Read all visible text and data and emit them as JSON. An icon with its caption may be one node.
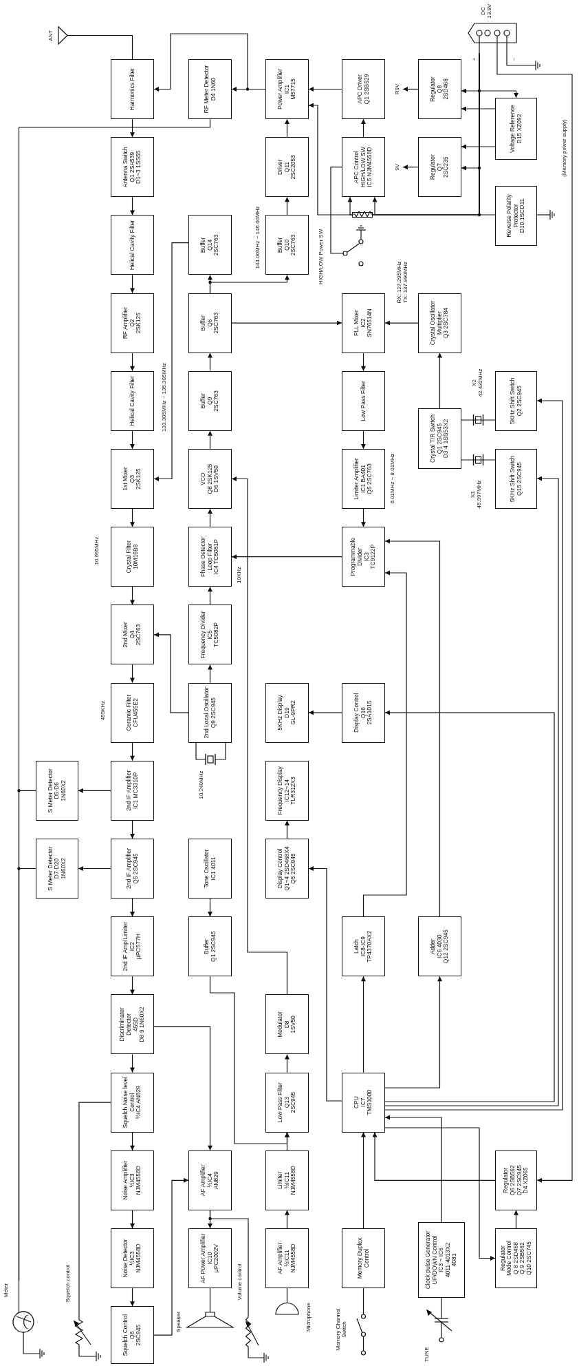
{
  "diagram": {
    "nodes": [
      {
        "text": [
          "Harmonics Filter"
        ]
      },
      {
        "text": [
          "Antenna Switch",
          "Q1 2SA539",
          "D1~3 1SS55"
        ]
      },
      {
        "text": [
          "Helical Cavity Filter"
        ]
      },
      {
        "text": [
          "RF Amplifier",
          "Q2",
          "2SK125"
        ]
      },
      {
        "text": [
          "Helical Cavity Filter"
        ]
      },
      {
        "text": [
          "1st Mixer",
          "Q3",
          "2SK125"
        ]
      },
      {
        "text": [
          "Crystal Filter",
          "10M15B8"
        ]
      },
      {
        "text": [
          "2nd Mixer",
          "Q4",
          "2SC763"
        ]
      },
      {
        "text": [
          "Ceramic Filter",
          "CFU455E2"
        ]
      },
      {
        "text": [
          "2nd IF Amplifier",
          "IC1 MC3310P"
        ]
      },
      {
        "text": [
          "2nd IF Amplifier",
          "Q5 2SC945"
        ]
      },
      {
        "text": [
          "2nd IF Amp/Limiter",
          "IC2",
          "μPC577H"
        ]
      },
      {
        "text": [
          "Discriminator Detector",
          "455D",
          "D8·9 1N60X2"
        ]
      },
      {
        "text": [
          "Squelch Noise level Control",
          "½IC4 AN829"
        ]
      },
      {
        "text": [
          "Noise Amplifier",
          "½IC3",
          "NJM4558D"
        ]
      },
      {
        "text": [
          "Noise Detector",
          "½IC3",
          "NJM4558D"
        ]
      },
      {
        "text": [
          "Squelch Control",
          "Q6",
          "2SC945"
        ]
      },
      {
        "text": [
          "S Meter Detector",
          "D5·D6",
          "1N60X2"
        ]
      },
      {
        "text": [
          "S Meter Detector",
          "D7·D20",
          "1N60X2"
        ]
      },
      {
        "text": [
          "RF Meter Detector",
          "D4 1N60"
        ]
      },
      {
        "text": [
          "Buffer",
          "Q14",
          "2SC763"
        ]
      },
      {
        "text": [
          "Buffer",
          "Q6",
          "2SC763"
        ]
      },
      {
        "text": [
          "Buffer",
          "Q9",
          "2SC763"
        ]
      },
      {
        "text": [
          "VCO",
          "Q8 2SK125",
          "D6 1SV50"
        ]
      },
      {
        "text": [
          "Phase Detector",
          "Loop Filter",
          "IC4 TC5081P"
        ]
      },
      {
        "text": [
          "Frequency Divider",
          "IC5",
          "TC5082P"
        ]
      },
      {
        "text": [
          "2nd Local Oscillator",
          "Q9 2SC945"
        ]
      },
      {
        "text": [
          "Tone Oscillator",
          "IC1 4011"
        ]
      },
      {
        "text": [
          "Buffer",
          "Q1 2SC945"
        ]
      },
      {
        "text": [
          "AF Amplifier",
          "½IC4",
          "AN829"
        ]
      },
      {
        "text": [
          "AF Power Amplifier",
          "IC10",
          "μPC2002V"
        ]
      },
      {
        "text": [
          "Power Amplifier",
          "IC1",
          "M57715"
        ]
      },
      {
        "text": [
          "Driver",
          "Q11",
          "2SC2053"
        ]
      },
      {
        "text": [
          "Buffer",
          "Q10",
          "2SC763"
        ]
      },
      {
        "text": [
          "5KHz Display",
          "D19",
          "GL-9PR2"
        ]
      },
      {
        "text": [
          "Frequency Display",
          "IC12~14",
          "TLR312X3"
        ]
      },
      {
        "text": [
          "Display Control",
          "Q1~4 2SD468X4",
          "Q5 2SC945"
        ]
      },
      {
        "text": [
          "Modulator",
          "D8",
          "1SV50"
        ]
      },
      {
        "text": [
          "Low Pass Filter",
          "Q13",
          "2SC945"
        ]
      },
      {
        "text": [
          "Limiter",
          "½IC11",
          "NJM4558D"
        ]
      },
      {
        "text": [
          "AF Amplifier",
          "½IC11",
          "NJM4558D"
        ]
      },
      {
        "text": [
          "APC Driver",
          "Q1 2SB529"
        ]
      },
      {
        "text": [
          "APC Control",
          "HIGH/LOW SW",
          "IC5 NJM4558D"
        ]
      },
      {
        "text": [
          "PLL Mixer",
          "IC2",
          "SN76514N"
        ]
      },
      {
        "text": [
          "Low Pass Filter"
        ]
      },
      {
        "text": [
          "Limiter Amplifier",
          "IC1 BA401",
          "Q5 2SC763"
        ]
      },
      {
        "text": [
          "Programmable Divider",
          "IC3",
          "TC9122P"
        ]
      },
      {
        "text": [
          "Display Control",
          "Q16",
          "2SA1015"
        ]
      },
      {
        "text": [
          "Latch",
          "IC8·IC9",
          "TP4370AX2"
        ]
      },
      {
        "text": [
          "CPU",
          "IC7",
          "TMS1000"
        ]
      },
      {
        "text": [
          "Memory Duplex Control"
        ]
      },
      {
        "text": [
          "Regulator",
          "Q8",
          "2SD468"
        ]
      },
      {
        "text": [
          "Regulator",
          "Q7",
          "2SC235"
        ]
      },
      {
        "text": [
          "Crystal Oscillator Multiplier",
          "Q3 2SC784"
        ]
      },
      {
        "text": [
          "Crystal T/R Switch",
          "Q1 2SC945",
          "D3·4 1SS53X2"
        ]
      },
      {
        "text": [
          "Adder",
          "IC6 4030",
          "Q12 2SC945"
        ]
      },
      {
        "text": [
          "Clock pulse Generator",
          "UP/DOWN Control",
          "IC3 ~ IC6",
          "4011·4013X2",
          "4081"
        ]
      },
      {
        "text": [
          "Voltage Reference",
          "D15 XZ092"
        ]
      },
      {
        "text": [
          "Reverse Polarity Protector",
          "D10 1SCD11"
        ]
      },
      {
        "text": [
          "5KHz Shift Switch",
          "Q2 2SC945"
        ]
      },
      {
        "text": [
          "5KHz Shift Switch",
          "Q15 2SC945"
        ]
      },
      {
        "text": [
          "Regulator",
          "Q6 2SB562",
          "Q7 2SC945",
          "D4 XZ065"
        ]
      },
      {
        "text": [
          "Regulator",
          "Mode Control",
          "Q 8 2SD468",
          "Q 9 2SB562",
          "Q10 2SC745"
        ]
      },
      {
        "text": [
          "ANT"
        ]
      },
      {
        "text": [
          "DC 13.8V"
        ]
      },
      {
        "text": [
          "Meter"
        ]
      },
      {
        "text": [
          "Squelch control"
        ]
      },
      {
        "text": [
          "Speaker"
        ]
      },
      {
        "text": [
          "Volume control"
        ]
      },
      {
        "text": [
          "Microphone"
        ]
      },
      {
        "text": [
          "Memory Channel Switch"
        ]
      },
      {
        "text": [
          "TUNE"
        ]
      },
      {
        "text": [
          "HIGH/LOW Power SW"
        ]
      },
      {
        "text": [],
        "shape": "resistor"
      },
      {
        "text": [
          "R9V"
        ]
      },
      {
        "text": [
          "9V"
        ]
      }
    ],
    "edges": [
      {
        "from": 63,
        "to": 0,
        "arrow": "none"
      },
      {
        "from": 0,
        "to": 1,
        "arrow": "to"
      },
      {
        "from": 1,
        "to": 2,
        "arrow": "to"
      },
      {
        "from": 2,
        "to": 3,
        "arrow": "to"
      },
      {
        "from": 3,
        "to": 4,
        "arrow": "to"
      },
      {
        "from": 4,
        "to": 5,
        "arrow": "to"
      },
      {
        "from": 5,
        "to": 6,
        "arrow": "to"
      },
      {
        "from": 6,
        "to": 7,
        "arrow": "to"
      },
      {
        "from": 7,
        "to": 8,
        "arrow": "to"
      },
      {
        "from": 8,
        "to": 9,
        "arrow": "to"
      },
      {
        "from": 9,
        "to": 10,
        "arrow": "to"
      },
      {
        "from": 10,
        "to": 11,
        "arrow": "to"
      },
      {
        "from": 11,
        "to": 12,
        "arrow": "to"
      },
      {
        "from": 12,
        "to": 13,
        "arrow": "to"
      },
      {
        "from": 13,
        "to": 14,
        "arrow": "to"
      },
      {
        "from": 14,
        "to": 15,
        "arrow": "to"
      },
      {
        "from": 15,
        "to": 16,
        "arrow": "to"
      },
      {
        "from": 9,
        "to": 17,
        "arrow": "to"
      },
      {
        "from": 10,
        "to": 18,
        "arrow": "to"
      },
      {
        "from": 31,
        "to": 19,
        "arrow": "to"
      },
      {
        "from": 31,
        "to": 0,
        "arrow": "to"
      },
      {
        "from": 19,
        "to": 65,
        "arrow": "none"
      },
      {
        "from": 17,
        "to": 65,
        "arrow": "none"
      },
      {
        "from": 18,
        "to": 65,
        "arrow": "none"
      },
      {
        "from": 32,
        "to": 31,
        "arrow": "to"
      },
      {
        "from": 33,
        "to": 32,
        "arrow": "to"
      },
      {
        "from": 41,
        "to": 31,
        "arrow": "to"
      },
      {
        "from": 42,
        "to": 41,
        "arrow": "to"
      },
      {
        "from": 72,
        "to": 42,
        "arrow": "none"
      },
      {
        "from": 64,
        "to": 31,
        "arrow": "to"
      },
      {
        "from": 64,
        "to": 42,
        "arrow": "to"
      },
      {
        "from": 64,
        "to": 73,
        "arrow": "none"
      },
      {
        "from": 64,
        "to": 58,
        "arrow": "none"
      },
      {
        "from": 64,
        "to": 51,
        "arrow": "to"
      },
      {
        "from": 64,
        "to": 57,
        "arrow": "to"
      },
      {
        "from": 57,
        "to": 51,
        "arrow": "to"
      },
      {
        "from": 57,
        "to": 52,
        "arrow": "to"
      },
      {
        "from": 64,
        "to": 52,
        "arrow": "to"
      },
      {
        "from": 51,
        "to": 74,
        "arrow": "to"
      },
      {
        "from": 52,
        "to": 75,
        "arrow": "to"
      },
      {
        "from": 64,
        "to": 61,
        "arrow": "to",
        "label": "(Memory power supply)"
      },
      {
        "from": 21,
        "to": 20,
        "arrow": "to"
      },
      {
        "from": 21,
        "to": 33,
        "arrow": "to"
      },
      {
        "from": 22,
        "to": 21,
        "arrow": "to"
      },
      {
        "from": 23,
        "to": 22,
        "arrow": "to"
      },
      {
        "from": 24,
        "to": 23,
        "arrow": "to"
      },
      {
        "from": 25,
        "to": 24,
        "arrow": "to"
      },
      {
        "from": 26,
        "to": 25,
        "arrow": "to"
      },
      {
        "from": 26,
        "to": 7,
        "arrow": "to"
      },
      {
        "from": 20,
        "to": 5,
        "arrow": "to",
        "label": "133.305MHz ~ 135.305MHz"
      },
      {
        "from": 21,
        "to": 43,
        "arrow": "to"
      },
      {
        "from": 53,
        "to": 43,
        "arrow": "to",
        "label": "RX: 127.295MHz TX: 137.990MHz"
      },
      {
        "from": 43,
        "to": 44,
        "arrow": "to"
      },
      {
        "from": 44,
        "to": 45,
        "arrow": "to"
      },
      {
        "from": 45,
        "to": 46,
        "arrow": "to"
      },
      {
        "from": 46,
        "to": 24,
        "arrow": "to",
        "label": "10KHz"
      },
      {
        "from": 54,
        "to": 53,
        "arrow": "to"
      },
      {
        "from": 54,
        "to": 59,
        "arrow": "none"
      },
      {
        "from": 54,
        "to": 60,
        "arrow": "none"
      },
      {
        "from": 12,
        "to": 29,
        "arrow": "to"
      },
      {
        "from": 27,
        "to": 28,
        "arrow": "to"
      },
      {
        "from": 28,
        "to": 38,
        "arrow": "to"
      },
      {
        "from": 39,
        "to": 38,
        "arrow": "to"
      },
      {
        "from": 40,
        "to": 39,
        "arrow": "to"
      },
      {
        "from": 16,
        "to": 29,
        "arrow": "to"
      },
      {
        "from": 38,
        "to": 37,
        "arrow": "to"
      },
      {
        "from": 37,
        "to": 23,
        "arrow": "to"
      },
      {
        "from": 29,
        "to": 30,
        "arrow": "to"
      },
      {
        "from": 29,
        "to": 68,
        "arrow": "none"
      },
      {
        "from": 30,
        "to": 67,
        "arrow": "none"
      },
      {
        "from": 66,
        "to": 13,
        "arrow": "none"
      },
      {
        "from": 69,
        "to": 40,
        "arrow": "none"
      },
      {
        "from": 36,
        "to": 35,
        "arrow": "to"
      },
      {
        "from": 47,
        "to": 34,
        "arrow": "to"
      },
      {
        "from": 49,
        "to": 48,
        "arrow": "to"
      },
      {
        "from": 49,
        "to": 36,
        "arrow": "to"
      },
      {
        "from": 48,
        "to": 46,
        "arrow": "to"
      },
      {
        "from": 49,
        "to": 55,
        "arrow": "to"
      },
      {
        "from": 55,
        "to": 46,
        "arrow": "to"
      },
      {
        "from": 49,
        "to": 47,
        "arrow": "to"
      },
      {
        "from": 49,
        "to": 59,
        "arrow": "to"
      },
      {
        "from": 49,
        "to": 60,
        "arrow": "to"
      },
      {
        "from": 50,
        "to": 49,
        "arrow": "to"
      },
      {
        "from": 56,
        "to": 49,
        "arrow": "to"
      },
      {
        "from": 61,
        "to": 49,
        "arrow": "to"
      },
      {
        "from": 49,
        "to": 62,
        "arrow": "to"
      },
      {
        "from": 62,
        "to": 61,
        "arrow": "to"
      },
      {
        "from": 70,
        "to": 50,
        "arrow": "none"
      },
      {
        "from": 71,
        "to": 56,
        "arrow": "none"
      },
      {
        "from": 73,
        "to": 42,
        "arrow": "to"
      }
    ],
    "labels": [
      "+",
      "−",
      "144.00MHz ~ 146.00MHz",
      "X2 42.432MHz",
      "X1 45.997MHz",
      "10.695MHz",
      "455KHz",
      "6.01MHz ~ 8.01MHz",
      "10.240MHz"
    ]
  }
}
